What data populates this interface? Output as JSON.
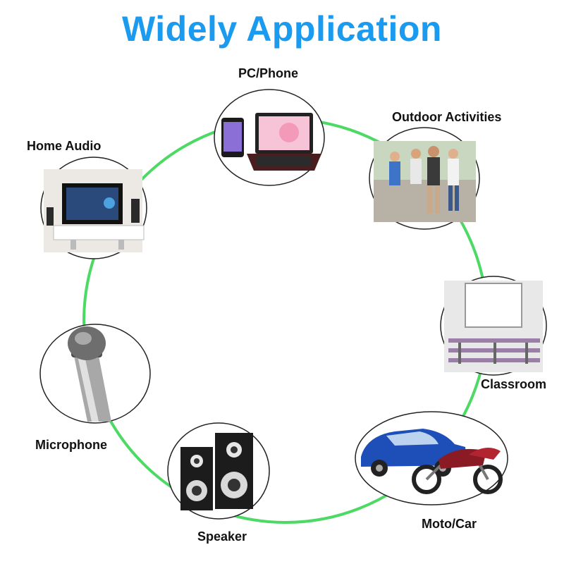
{
  "title": "Widely Application",
  "colors": {
    "title": "#1a9bf0",
    "ring": "#4cd964",
    "label": "#111111"
  },
  "applications": [
    {
      "label": "PC/Phone",
      "icon": "laptop-phone-icon"
    },
    {
      "label": "Outdoor Activities",
      "icon": "crowd-outdoor-icon"
    },
    {
      "label": "Classroom",
      "icon": "classroom-projector-icon"
    },
    {
      "label": "Moto/Car",
      "icon": "car-motorcycle-icon"
    },
    {
      "label": "Speaker",
      "icon": "speaker-pair-icon"
    },
    {
      "label": "Microphone",
      "icon": "microphone-icon"
    },
    {
      "label": "Home Audio",
      "icon": "tv-home-audio-icon"
    }
  ]
}
